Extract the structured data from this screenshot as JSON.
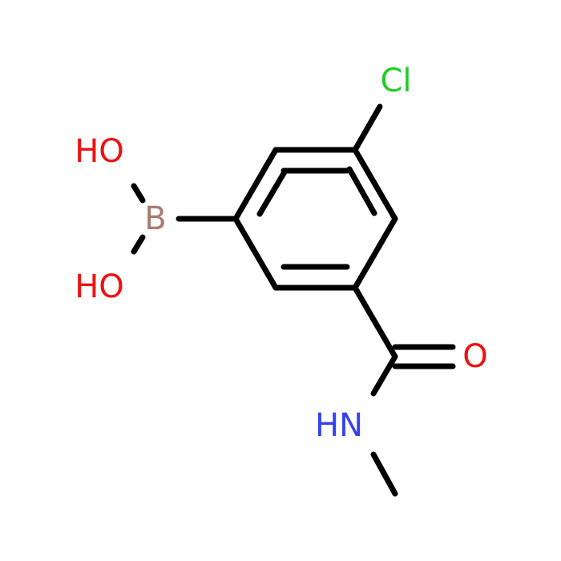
{
  "molecule": {
    "atoms": [
      {
        "id": "cl",
        "text": "Cl",
        "color": "#22cc22"
      },
      {
        "id": "b",
        "text": "B",
        "color": "#a97a74"
      },
      {
        "id": "oh_top",
        "text": "HO",
        "color": "#ee1111"
      },
      {
        "id": "oh_bottom",
        "text": "HO",
        "color": "#ee1111"
      },
      {
        "id": "o_carbonyl",
        "text": "O",
        "color": "#ee1111"
      },
      {
        "id": "nh",
        "text": "HN",
        "color": "#3344ee"
      }
    ]
  }
}
